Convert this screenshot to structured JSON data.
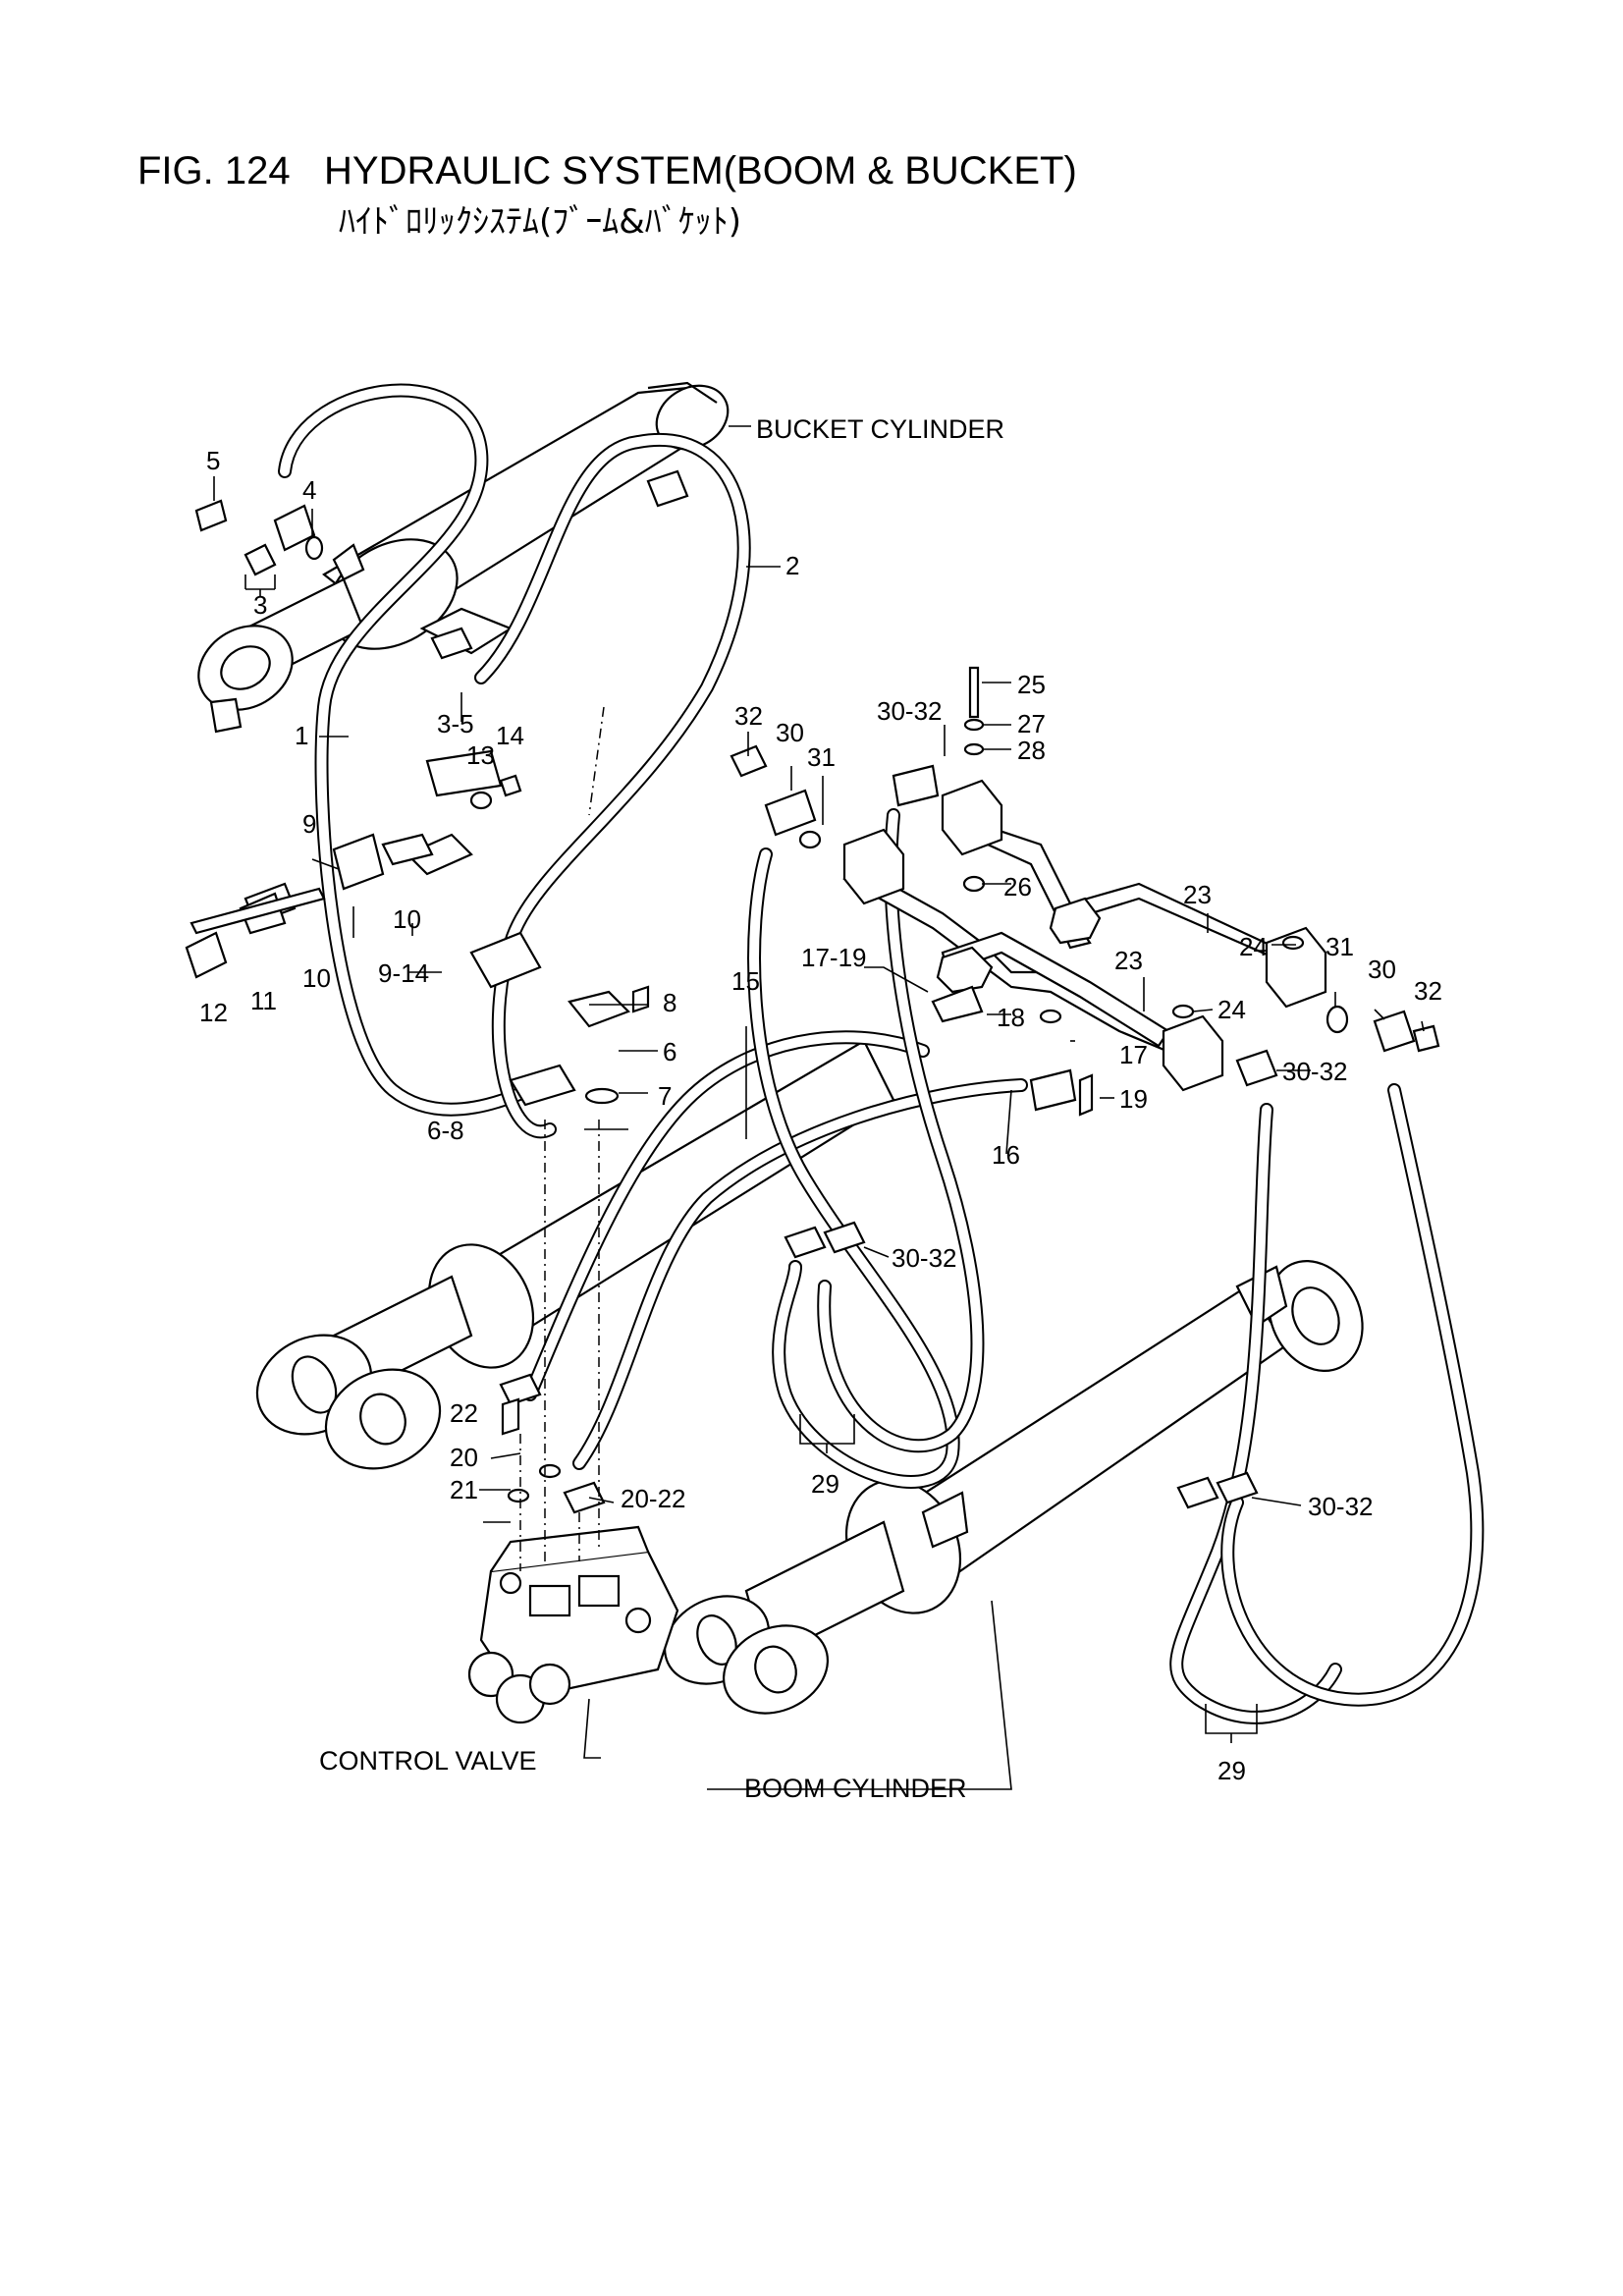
{
  "figure": {
    "number": "FIG. 124",
    "title": "HYDRAULIC SYSTEM(BOOM & BUCKET)",
    "subtitle": "ﾊｲﾄﾞﾛﾘｯｸｼｽﾃﾑ(ﾌﾞｰﾑ&ﾊﾞｹｯﾄ)"
  },
  "components": {
    "bucket_cylinder": "BUCKET CYLINDER",
    "boom_cylinder": "BOOM CYLINDER",
    "control_valve": "CONTROL VALVE"
  },
  "callouts": {
    "c1": "1",
    "c2": "2",
    "c3": "3",
    "c4": "4",
    "c5": "5",
    "c3_5": "3-5",
    "c6": "6",
    "c7": "7",
    "c8": "8",
    "c6_8": "6-8",
    "c9": "9",
    "c10a": "10",
    "c10b": "10",
    "c11": "11",
    "c12": "12",
    "c13": "13",
    "c14": "14",
    "c9_14": "9-14",
    "c15": "15",
    "c16": "16",
    "c17": "17",
    "c18": "18",
    "c19": "19",
    "c17_19": "17-19",
    "c20": "20",
    "c21": "21",
    "c22": "22",
    "c20_22": "20-22",
    "c23a": "23",
    "c23b": "23",
    "c24a": "24",
    "c24b": "24",
    "c25": "25",
    "c26": "26",
    "c27": "27",
    "c28": "28",
    "c29a": "29",
    "c29b": "29",
    "c30a": "30",
    "c30b": "30",
    "c30_32a": "30-32",
    "c30_32b": "30-32",
    "c30_32c": "30-32",
    "c30_32d": "30-32",
    "c31a": "31",
    "c31b": "31",
    "c32a": "32",
    "c32b": "32"
  }
}
